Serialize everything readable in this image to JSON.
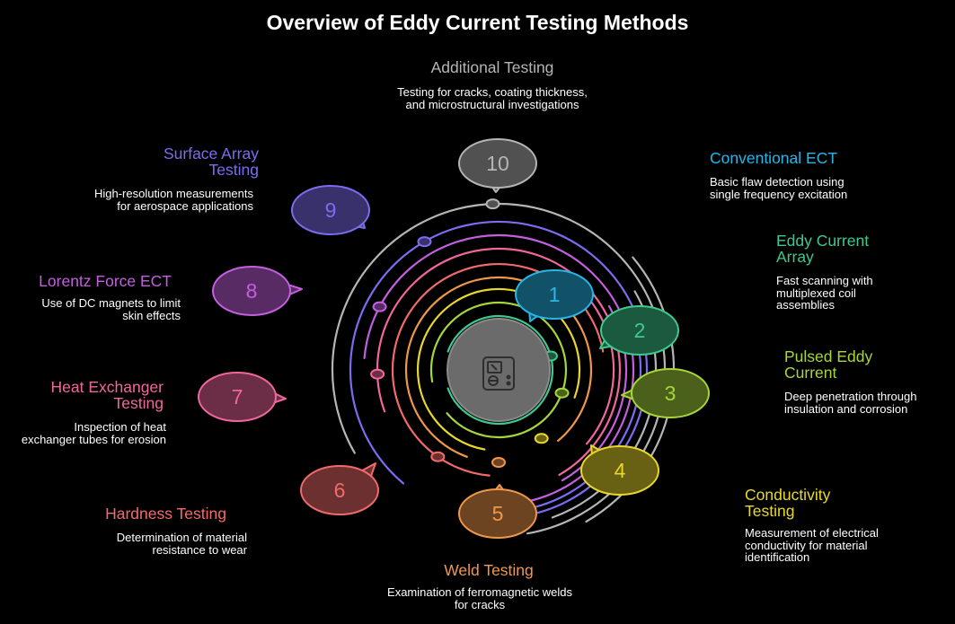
{
  "title": "Overview of Eddy Current Testing Methods",
  "center_icon": "multimeter-icon",
  "methods": [
    {
      "number": "1",
      "label": "Conventional ECT",
      "description": "Basic flaw detection using single frequency excitation",
      "color": "#29b6e6"
    },
    {
      "number": "2",
      "label": "Eddy Current Array",
      "description": "Fast scanning with multiplexed coil assemblies",
      "color": "#3ec98e"
    },
    {
      "number": "3",
      "label": "Pulsed Eddy Current",
      "description": "Deep penetration through insulation and corrosion",
      "color": "#a6d63a"
    },
    {
      "number": "4",
      "label": "Conductivity Testing",
      "description": "Measurement of electrical conductivity for material identification",
      "color": "#e8d82a"
    },
    {
      "number": "5",
      "label": "Weld Testing",
      "description": "Examination of ferromagnetic welds for cracks",
      "color": "#f0974a"
    },
    {
      "number": "6",
      "label": "Hardness Testing",
      "description": "Determination of material resistance to wear",
      "color": "#f26b6b"
    },
    {
      "number": "7",
      "label": "Heat Exchanger Testing",
      "description": "Inspection of heat exchanger tubes for erosion",
      "color": "#f0679e"
    },
    {
      "number": "8",
      "label": "Lorentz Force ECT",
      "description": "Use of DC magnets to limit skin effects",
      "color": "#c45fe0"
    },
    {
      "number": "9",
      "label": "Surface Array Testing",
      "description": "High-resolution measurements for aerospace applications",
      "color": "#7c6cf0"
    },
    {
      "number": "10",
      "label": "Additional Testing",
      "description": "Testing for cracks, coating thickness, and microstructural investigations",
      "color": "#b5b5b5"
    }
  ]
}
